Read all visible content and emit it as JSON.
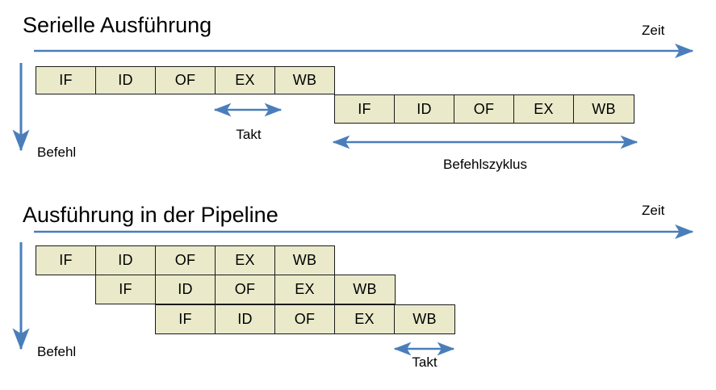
{
  "accent_color": "#4a7ebb",
  "box_fill": "#eaeacb",
  "box_border": "#1a1a1a",
  "text_color": "#000000",
  "sections": [
    {
      "id": "serial",
      "title": "Serielle Ausführung",
      "time_axis_label": "Zeit",
      "instruction_axis_label": "Befehl",
      "rows": [
        {
          "stages": [
            "IF",
            "ID",
            "OF",
            "EX",
            "WB"
          ]
        },
        {
          "stages": [
            "IF",
            "ID",
            "OF",
            "EX",
            "WB"
          ]
        }
      ],
      "annotations": [
        {
          "name": "takt",
          "label": "Takt"
        },
        {
          "name": "befehlszyklus",
          "label": "Befehlszyklus"
        }
      ]
    },
    {
      "id": "pipeline",
      "title": "Ausführung in der Pipeline",
      "time_axis_label": "Zeit",
      "instruction_axis_label": "Befehl",
      "rows": [
        {
          "stages": [
            "IF",
            "ID",
            "OF",
            "EX",
            "WB"
          ]
        },
        {
          "stages": [
            "IF",
            "ID",
            "OF",
            "EX",
            "WB"
          ]
        },
        {
          "stages": [
            "IF",
            "ID",
            "OF",
            "EX",
            "WB"
          ]
        }
      ],
      "annotations": [
        {
          "name": "takt",
          "label": "Takt"
        }
      ]
    }
  ]
}
